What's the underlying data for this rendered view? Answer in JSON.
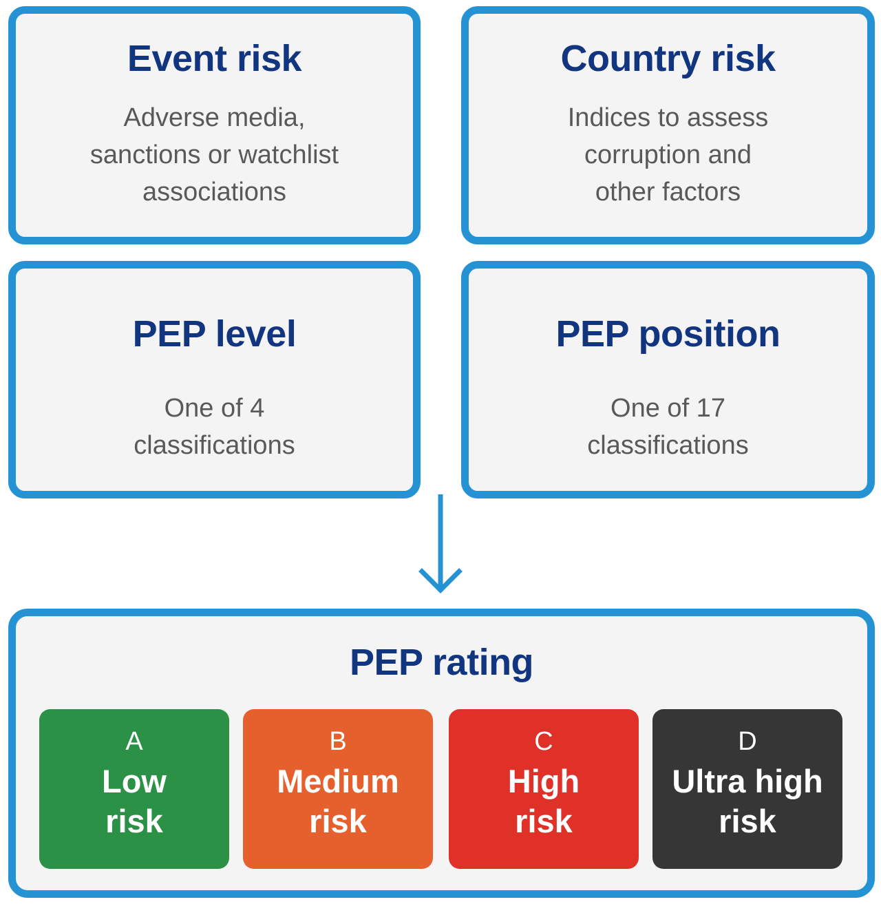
{
  "factors": [
    {
      "title": "Event risk",
      "description": "Adverse media,\nsanctions or watchlist\nassociations"
    },
    {
      "title": "Country risk",
      "description": "Indices to assess\ncorruption and\nother factors"
    },
    {
      "title": "PEP level",
      "description": "One of 4\nclassifications"
    },
    {
      "title": "PEP position",
      "description": "One of 17\nclassifications"
    }
  ],
  "rating": {
    "title": "PEP rating",
    "levels": [
      {
        "letter": "A",
        "label": "Low\nrisk",
        "color": "#2a9147"
      },
      {
        "letter": "B",
        "label": "Medium\nrisk",
        "color": "#e5602c"
      },
      {
        "letter": "C",
        "label": "High\nrisk",
        "color": "#df3128"
      },
      {
        "letter": "D",
        "label": "Ultra high\nrisk",
        "color": "#363636"
      }
    ]
  },
  "colors": {
    "border": "#2592d4",
    "title": "#12357f",
    "text": "#58595b",
    "box_fill": "#f4f4f5"
  },
  "icons": {
    "flow_arrow": "arrow-down-icon"
  }
}
